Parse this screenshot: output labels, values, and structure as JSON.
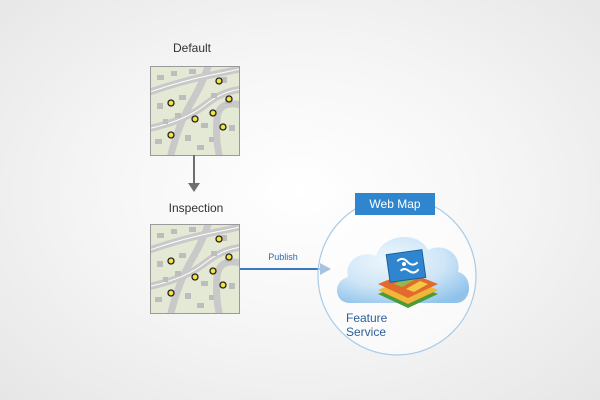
{
  "stages": {
    "default_label": "Default",
    "inspection_label": "Inspection"
  },
  "connectors": {
    "publish_label": "Publish"
  },
  "destination": {
    "web_map_label": "Web Map",
    "feature_line1": "Feature",
    "feature_line2": "Service"
  },
  "colors": {
    "accent_blue": "#2f86cf",
    "arrow_blue": "#3a78c2",
    "arrow_gray": "#6e6e6e",
    "map_park": "#e4e9d5",
    "map_road": "#c9c9c9",
    "map_building": "#bdbdbd",
    "point_fill": "#f2e43a",
    "point_outline": "#222222",
    "cloud_light": "#d9ecf9",
    "cloud_dark": "#8fc3ea"
  },
  "icons": {
    "map": "street-map-icon",
    "point": "feature-point-icon",
    "cloud": "cloud-icon",
    "layers": "layer-stack-icon"
  }
}
